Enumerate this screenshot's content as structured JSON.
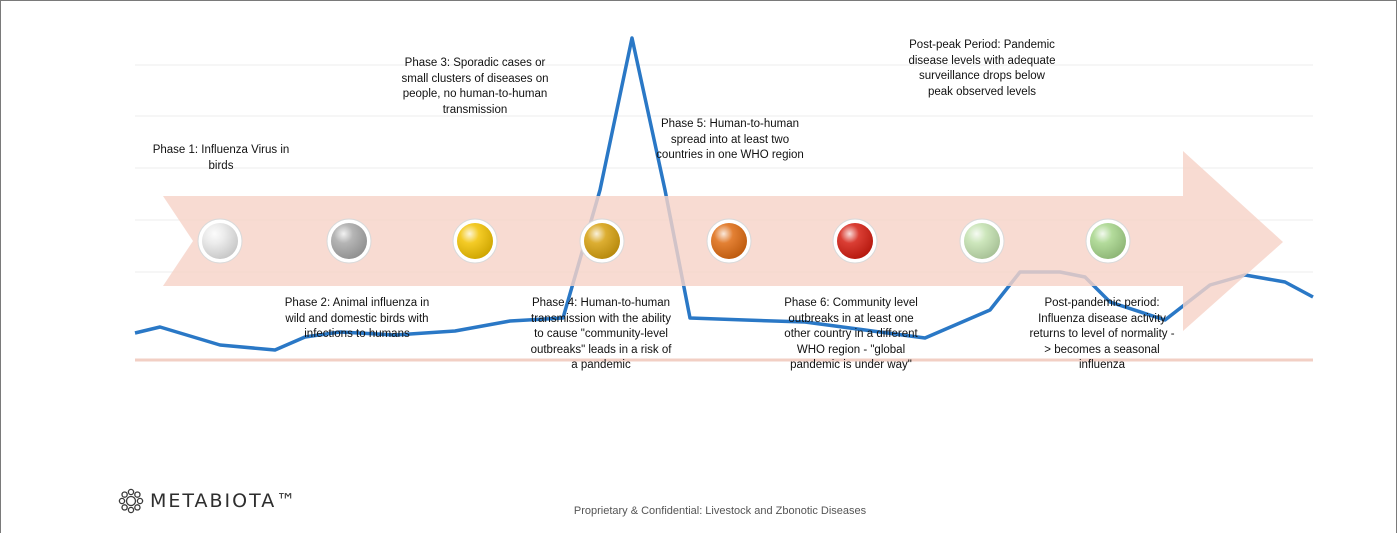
{
  "labels": {
    "phase1": "Phase 1: Influenza Virus in birds",
    "phase2": "Phase 2: Animal influenza in wild and domestic birds with infections to humans",
    "phase3": "Phase 3: Sporadic cases or small clusters of diseases on people, no human-to-human transmission",
    "phase4": "Phase 4: Human-to-human transmission with the ability to cause \"community-level outbreaks\" leads in a risk of a pandemic",
    "phase5": "Phase 5: Human-to-human spread into at least two countries in one WHO region",
    "phase6": "Phase 6: Community level outbreaks in at least one other country in a different WHO region - \"global pandemic is under way\"",
    "post_peak": "Post-peak Period: Pandemic disease levels with adequate surveillance drops below peak observed levels",
    "post_pandemic": "Post-pandemic period: Influenza disease activity returns to level of normality -> becomes a seasonal influenza"
  },
  "phase_colors": [
    "#e9e9e9",
    "#a8a8a8",
    "#f2c200",
    "#d6a00e",
    "#de6a10",
    "#d41c10",
    "#c4e2b0",
    "#a6d58a"
  ],
  "line_color": "#2a78c6",
  "arrow_color": "#f7d3c8",
  "brand": {
    "logo_text": "METABIOTA™"
  },
  "footer": "Proprietary & Confidential: Livestock and Zbonotic Diseases"
}
